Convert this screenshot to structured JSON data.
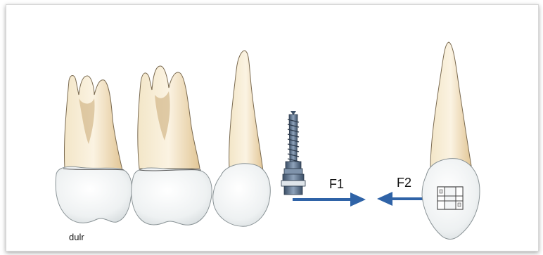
{
  "figure": {
    "labels": {
      "force1": "F1",
      "force2": "F2",
      "signature": "dulr"
    },
    "colors": {
      "arrow": "#2f63a7",
      "crown": "#e8edee",
      "root": "#e8d2aa",
      "outline": "#5a5a5a",
      "implant": "#566c86"
    },
    "icons": {
      "molar1": "molar-tooth-icon",
      "molar2": "molar-tooth-icon",
      "premolar": "premolar-tooth-icon",
      "canine": "canine-tooth-icon",
      "screw": "mini-implant-screw-icon",
      "bracket": "orthodontic-bracket-icon"
    }
  }
}
